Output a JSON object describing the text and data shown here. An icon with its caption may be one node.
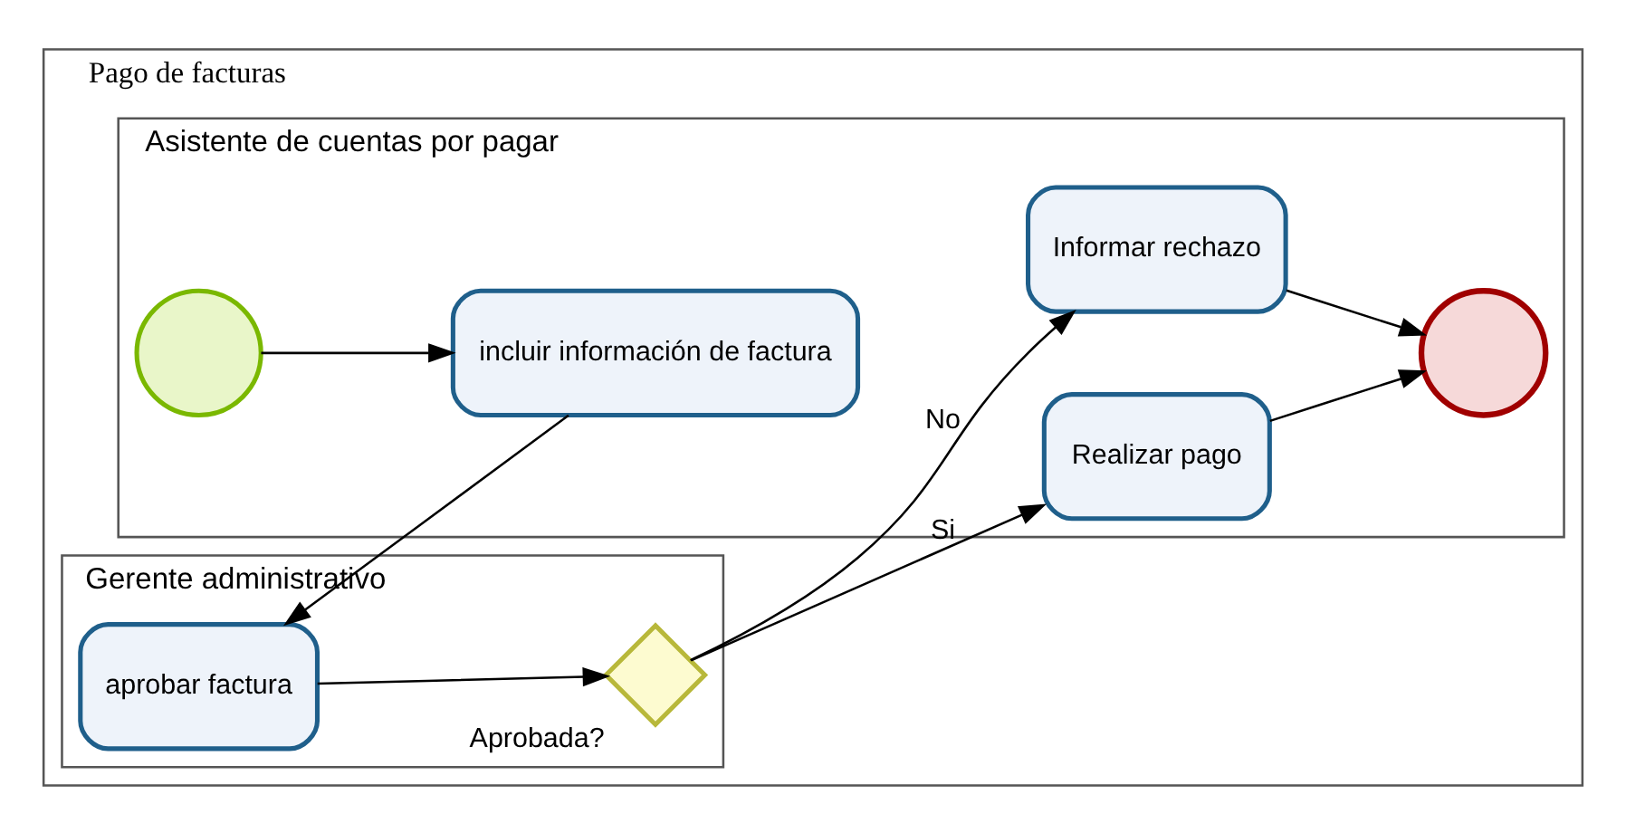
{
  "diagram": {
    "nodes": [
      {
        "text": [
          "Pago de facturas"
        ]
      },
      {
        "text": [
          "Asistente de cuentas por pagar"
        ],
        "in": 0
      },
      {
        "text": [
          "Gerente administrativo"
        ],
        "in": 0
      },
      {
        "text": [],
        "shape": "circle",
        "in": 1
      },
      {
        "text": [
          "incluir información de factura"
        ],
        "in": 1
      },
      {
        "text": [
          "Realizar pago"
        ],
        "in": 1
      },
      {
        "text": [
          "Informar rechazo"
        ],
        "in": 1
      },
      {
        "text": [],
        "shape": "circle",
        "in": 1
      },
      {
        "text": [
          "aprobar factura"
        ],
        "in": 2
      },
      {
        "text": [
          "Aprobada?"
        ],
        "in": 2
      }
    ],
    "edges": [
      {
        "from": 3,
        "to": 4,
        "arrow": "to"
      },
      {
        "from": 4,
        "to": 8,
        "arrow": "to"
      },
      {
        "from": 8,
        "to": 9,
        "arrow": "to"
      },
      {
        "from": 9,
        "to": 5,
        "arrow": "to",
        "label": "Si"
      },
      {
        "from": 9,
        "to": 6,
        "arrow": "to",
        "label": "No"
      },
      {
        "from": 5,
        "to": 7,
        "arrow": "to"
      },
      {
        "from": 6,
        "to": 7,
        "arrow": "to"
      }
    ]
  }
}
